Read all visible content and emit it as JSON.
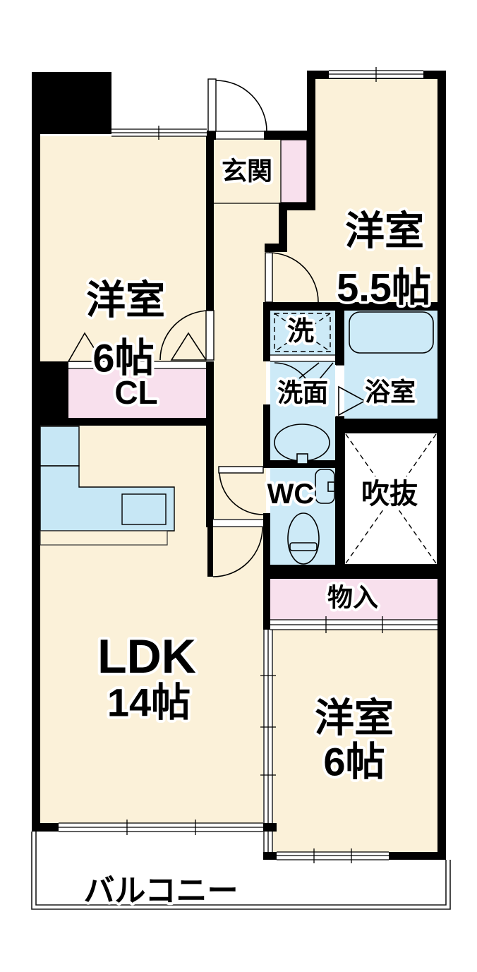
{
  "title": "間取り図",
  "colors": {
    "wall": "#000000",
    "line": "#000000",
    "cream": "#FBF1D9",
    "pink": "#F8E0ED",
    "blue": "#CDEAF7",
    "kblue": "#C7E7F5"
  },
  "rooms": {
    "bedroom_top_left": {
      "name": "洋室",
      "size": "6帖"
    },
    "bedroom_top_right": {
      "name": "洋室",
      "size": "5.5帖"
    },
    "entrance": {
      "label": "玄関"
    },
    "closet": {
      "label": "CL"
    },
    "laundry": {
      "label": "洗"
    },
    "washroom": {
      "label": "洗面"
    },
    "bathroom": {
      "label": "浴室"
    },
    "toilet": {
      "label": "WC"
    },
    "void": {
      "label": "吹抜"
    },
    "storage": {
      "label": "物入"
    },
    "ldk": {
      "name": "LDK",
      "size": "14帖"
    },
    "bedroom_bottom": {
      "name": "洋室",
      "size": "6帖"
    },
    "balcony": {
      "label": "バルコニー"
    }
  }
}
